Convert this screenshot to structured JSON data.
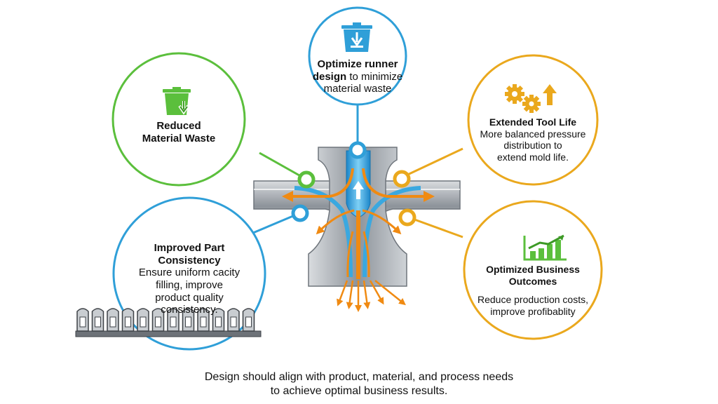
{
  "colors": {
    "blue": "#2f9fd8",
    "green": "#5bbf3c",
    "orange": "#eaa81d",
    "flow_orange": "#f08a12",
    "steel": "#9aa0a6"
  },
  "bubbles": {
    "top": {
      "icon": "trash-down-icon",
      "title_line1": "Optimize runner",
      "title_bold2": "design",
      "line2_rest": " to minimize",
      "line3": "material waste"
    },
    "left_top": {
      "icon": "trash-down-icon",
      "line1": "Reduced",
      "line2": "Material Waste"
    },
    "right_top": {
      "icon": "gears-arrow-up-icon",
      "title": "Extended Tool Life",
      "line1": "More balanced pressure",
      "line2": "distribution to",
      "line3": "extend mold life."
    },
    "left_bottom": {
      "title_line1": "Improved Part",
      "title_line2": "Consistency",
      "line1": "Ensure uniform cacity",
      "line2": "filling, improve",
      "line3": "product quality",
      "line4": "consistency."
    },
    "right_bottom": {
      "icon": "bar-chart-growth-icon",
      "title_line1": "Optimized Business",
      "title_line2": "Outcomes",
      "line1": "Reduce production costs,",
      "line2": "improve profibablity"
    }
  },
  "footer": {
    "line1": "Design should align with product, material, and process needs",
    "line2": "to achieve optimal business results."
  }
}
